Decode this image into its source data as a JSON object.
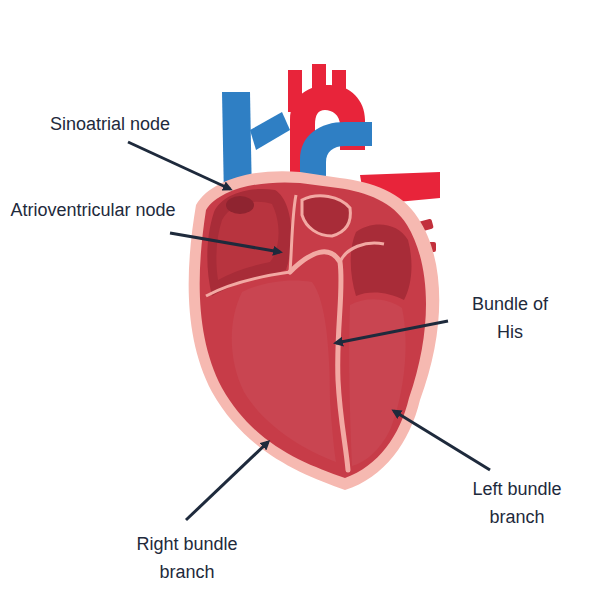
{
  "diagram": {
    "labels": [
      "Sinoatrial node",
      "Atrioventricular node",
      "Bundle of His",
      "Left bundle branch",
      "Right bundle branch"
    ]
  }
}
